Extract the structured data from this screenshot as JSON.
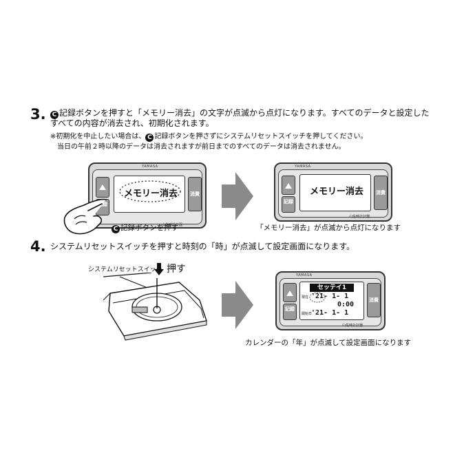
{
  "step3": {
    "number": "3.",
    "circle_letter": "C",
    "line1": "記録ボタンを押すと「メモリー消去」の文字が点滅から点灯になります。すべてのデータと設定した",
    "line2": "すべての内容が消去され、初期化されます。",
    "note1_pre": "※初期化を中止したい場合は、",
    "note1_post": "記録ボタンを押さずにシステムリセットスイッチを押してください。",
    "note2": "当日の午前２時以降のデータは消去されますが前日までのすべてのデータは消去されません。",
    "display_text_a": "メモリー消去",
    "display_text_b": "メモリー消去",
    "caption_left": "記録ボタンを押す",
    "caption_right": "「メモリー消去」が点滅から点灯になります"
  },
  "step4": {
    "number": "4.",
    "line1": "システムリセットスイッチを押すと時刻の「時」が点滅して設定画面になります。",
    "switch_label": "システムリセットスイッチ",
    "push_label": "押す",
    "display_header": "セッテイ1",
    "row1_label": "現在",
    "row1_value": "'21- 1- 1",
    "row2_value": "0:00",
    "row3_label": "開始日",
    "row3_value": "'21- 1- 1",
    "caption": "カレンダーの「年」が点滅して設定画面になります"
  },
  "device": {
    "brand": "YAMASA",
    "record_label": "記録",
    "side_label": "消費",
    "sub_logo": "山佐時計計器"
  },
  "colors": {
    "arrow": "#8a8a8a",
    "button": "#9a9a9a",
    "ink": "#111111"
  }
}
